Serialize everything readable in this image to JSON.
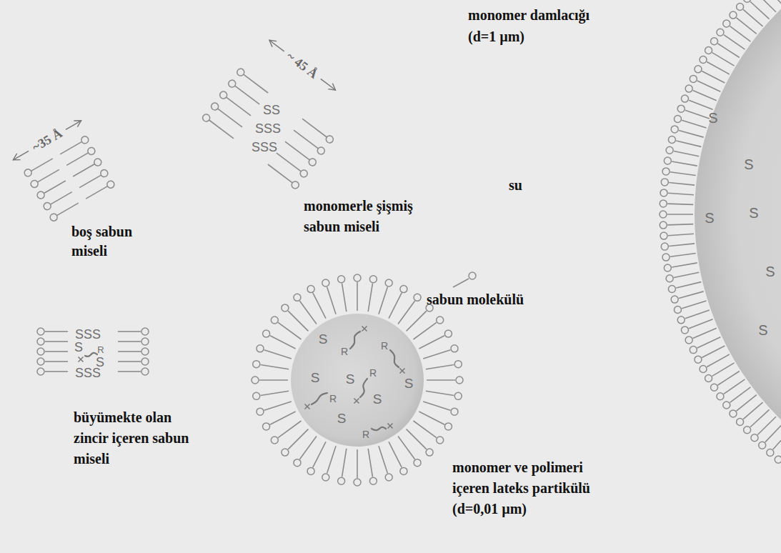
{
  "diagram": {
    "nodes": [
      {
        "text": [
          "boş sabun miseli"
        ]
      },
      {
        "text": [
          "monomerle şişmiş sabun miseli",
          "SS",
          "SSS",
          "SSS"
        ]
      },
      {
        "text": [
          "monomer damlacığı (d=1 µm)",
          "S",
          "S",
          "S",
          "S",
          "S",
          "S"
        ]
      },
      {
        "text": [
          "büyümekte olan zincir içeren sabun miseli",
          "SSS",
          "S",
          "R",
          "S",
          "SSS"
        ]
      },
      {
        "text": [
          "monomer ve polimeri içeren lateks partikülü (d=0,01 µm)",
          "S",
          "S",
          "S",
          "S",
          "S",
          "S",
          "R",
          "R",
          "R",
          "R",
          "R"
        ]
      }
    ],
    "labels": [
      "~35 Å",
      "~ 45 Å",
      "su",
      "sabun molekülü"
    ]
  }
}
